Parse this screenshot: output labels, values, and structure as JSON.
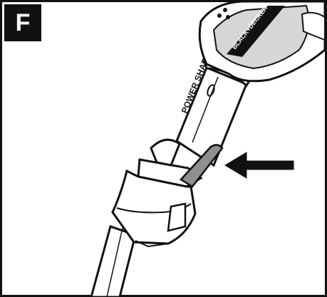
{
  "step": {
    "letter": "F"
  },
  "tool": {
    "handle_label": "POWER SHARE",
    "battery_label": "BLACK+DECKER"
  },
  "colors": {
    "ink": "#111111",
    "paper": "#ffffff",
    "gray": "#8f8f8f",
    "light_gray": "#d6d6d6"
  },
  "icons": {
    "arrow": "left-pointing-arrow-icon"
  }
}
